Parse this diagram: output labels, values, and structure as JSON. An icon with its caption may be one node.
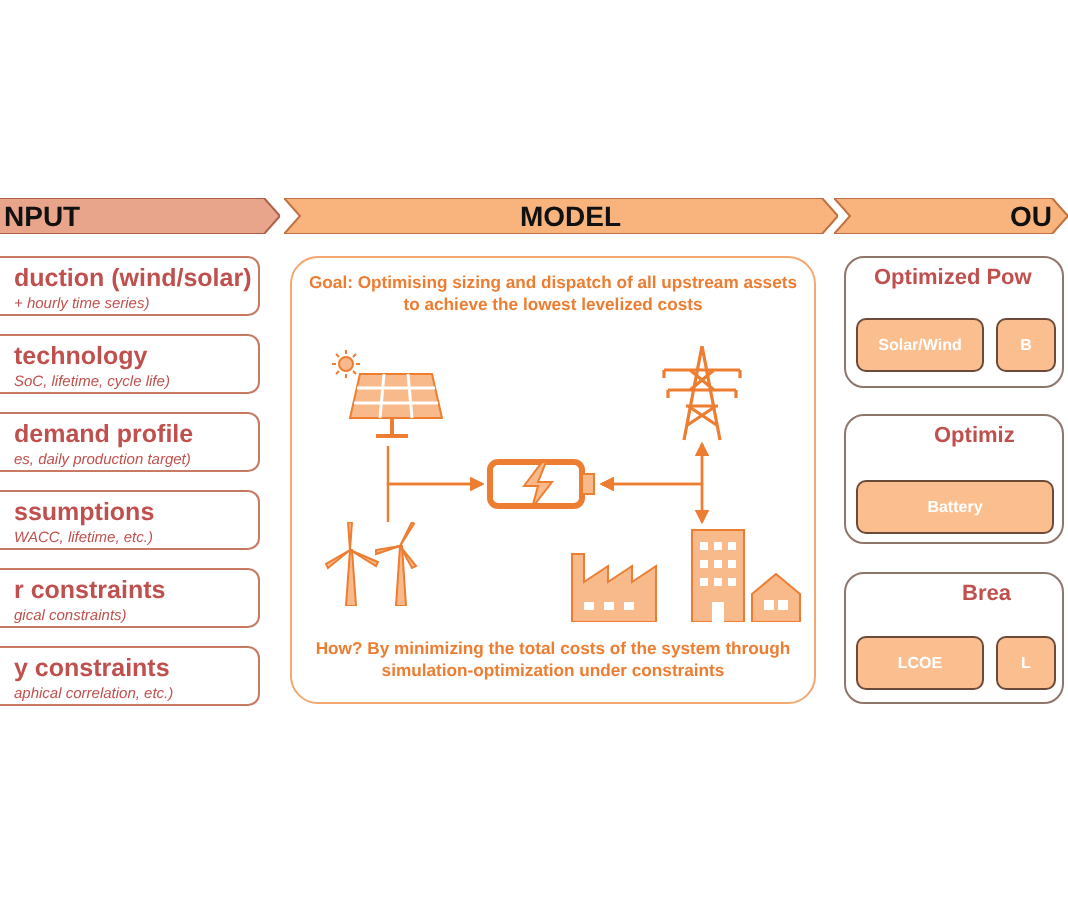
{
  "diagram": {
    "nodes": [
      {
        "text": [
          "NPUT"
        ]
      },
      {
        "text": [
          "MODEL"
        ]
      },
      {
        "text": [
          "OU"
        ]
      },
      {
        "text": [
          "duction (wind/solar)",
          "+ hourly time series)"
        ]
      },
      {
        "text": [
          "technology",
          "SoC, lifetime, cycle life)"
        ]
      },
      {
        "text": [
          "demand profile",
          "es, daily production target)"
        ]
      },
      {
        "text": [
          "ssumptions",
          "WACC, lifetime, etc.)"
        ]
      },
      {
        "text": [
          "r constraints",
          "gical constraints)"
        ]
      },
      {
        "text": [
          "y constraints",
          "aphical correlation, etc.)"
        ]
      },
      {
        "text": [
          "Goal: Optimising sizing and dispatch of all upstream assets to achieve the lowest levelized costs",
          "How? By minimizing the total costs of the system through simulation-optimization under constraints"
        ]
      },
      {
        "text": [],
        "shape": "picture",
        "in": 9
      },
      {
        "text": [],
        "shape": "picture",
        "in": 9
      },
      {
        "text": [],
        "shape": "picture",
        "in": 9
      },
      {
        "text": [],
        "shape": "picture",
        "in": 9
      },
      {
        "text": [],
        "shape": "picture",
        "in": 9
      },
      {
        "text": [
          "Optimized Pow"
        ]
      },
      {
        "text": [
          "Solar/Wind"
        ],
        "in": 15
      },
      {
        "text": [
          "B"
        ],
        "in": 15
      },
      {
        "text": [
          "Optimiz"
        ]
      },
      {
        "text": [
          "Battery"
        ],
        "in": 18
      },
      {
        "text": [
          "Brea"
        ]
      },
      {
        "text": [
          "LCOE"
        ],
        "in": 20
      },
      {
        "text": [
          "L"
        ],
        "in": 20
      }
    ],
    "edges": [
      {
        "from": 10,
        "to": 12,
        "arrow": "to"
      },
      {
        "from": 11,
        "to": 12,
        "arrow": "to"
      },
      {
        "from": 13,
        "to": 14,
        "arrow": "both"
      },
      {
        "from": 13,
        "to": 12,
        "arrow": "to"
      },
      {
        "from": 14,
        "to": 12,
        "arrow": "to"
      }
    ]
  }
}
